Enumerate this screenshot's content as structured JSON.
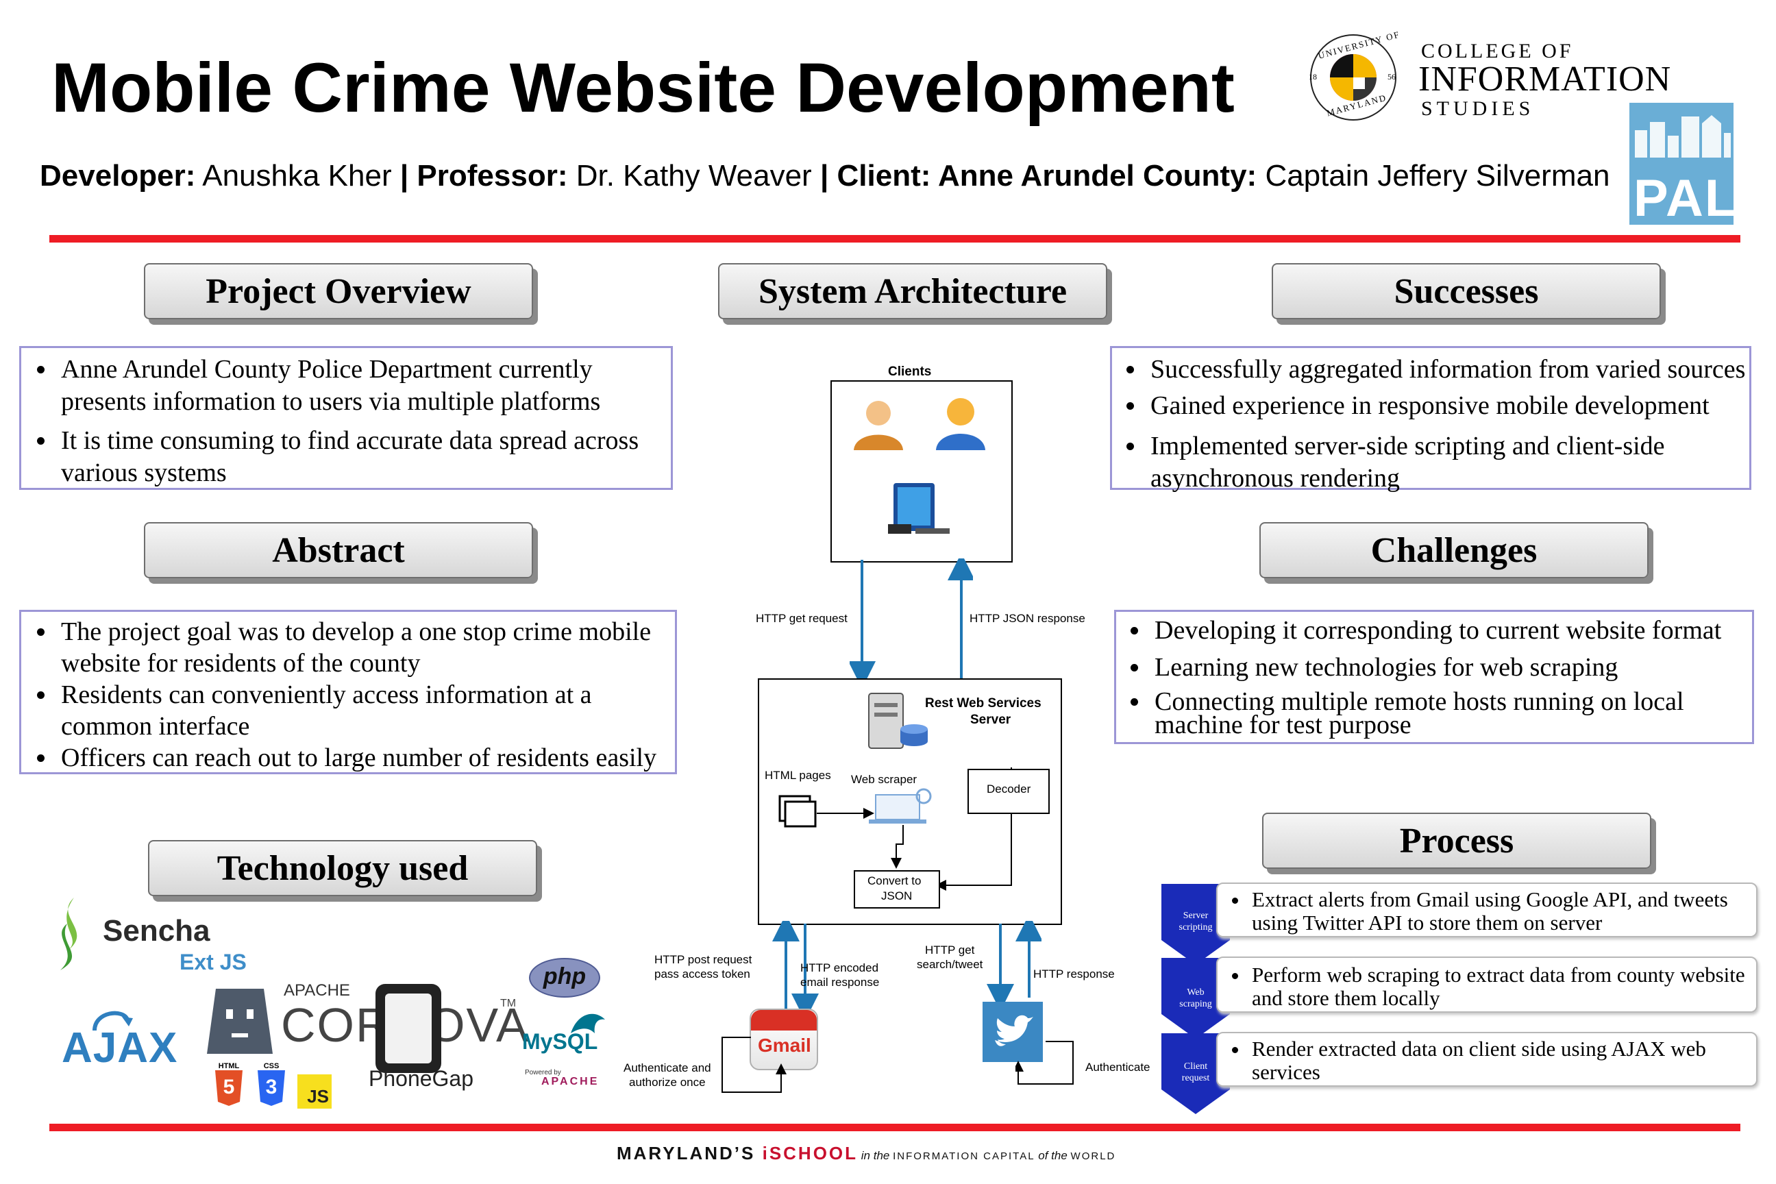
{
  "header": {
    "title": "Mobile Crime Website Development",
    "credits": {
      "developer_label": "Developer:",
      "developer": "Anushka Kher",
      "professor_label": "Professor:",
      "professor": "Dr. Kathy Weaver",
      "client_label": "Client: Anne Arundel County:",
      "client": "Captain Jeffery Silverman",
      "separator": "|"
    },
    "logos": {
      "seal_text_top": "UNIVERSITY OF",
      "seal_text_bottom": "MARYLAND",
      "seal_year_left": "18",
      "seal_year_right": "56",
      "college_line1": "COLLEGE OF",
      "college_line2": "INFORMATION",
      "college_line3": "STUDIES",
      "pals": "PALS"
    }
  },
  "sections": {
    "overview": {
      "heading": "Project Overview",
      "items": [
        "Anne Arundel County Police Department currently presents information to users via multiple platforms",
        "It is time consuming to find accurate data spread across various systems"
      ]
    },
    "abstract": {
      "heading": "Abstract",
      "items": [
        "The project goal was to develop a one stop crime mobile website for residents of the county",
        "Residents can conveniently access information at a common interface",
        "Officers can reach out to large number of residents easily"
      ]
    },
    "technology": {
      "heading": "Technology used",
      "logos": {
        "sencha": "Sencha",
        "extjs": "Ext JS",
        "ajax": "AJAX",
        "apache": "APACHE",
        "cordova": "CORDOVA",
        "tm": "TM",
        "phonegap": "PhoneGap",
        "php": "php",
        "mysql": "MySQL",
        "powered": "Powered by",
        "apache2": "APACHE",
        "html": "HTML",
        "css": "CSS",
        "js": "JS",
        "html_num": "5",
        "css_num": "3"
      }
    },
    "architecture": {
      "heading": "System Architecture",
      "clients": "Clients",
      "server_line1": "Rest Web Services",
      "server_line2": "Server",
      "html_pages": "HTML pages",
      "web_scraper": "Web scraper",
      "decoder": "Decoder",
      "convert_line1": "Convert to",
      "convert_line2": "JSON",
      "http_get_request": "HTTP get request",
      "http_json_response": "HTTP JSON response",
      "http_post_line1": "HTTP post request",
      "http_post_line2": "pass access token",
      "http_encoded_line1": "HTTP encoded",
      "http_encoded_line2": "email response",
      "http_get_tweet_line1": "HTTP get",
      "http_get_tweet_line2": "search/tweet",
      "http_response": "HTTP response",
      "auth_gmail_line1": "Authenticate and",
      "auth_gmail_line2": "authorize once",
      "auth_twitter": "Authenticate",
      "gmail": "Gmail"
    },
    "successes": {
      "heading": "Successes",
      "items": [
        "Successfully aggregated information from varied sources",
        "Gained experience in responsive mobile development",
        "Implemented server-side scripting and client-side asynchronous rendering"
      ]
    },
    "challenges": {
      "heading": "Challenges",
      "items": [
        "Developing it corresponding to current website format",
        "Learning new technologies for web scraping",
        "Connecting multiple remote hosts running on local machine for test purpose"
      ]
    },
    "process": {
      "heading": "Process",
      "steps": [
        {
          "label_line1": "Server",
          "label_line2": "scripting",
          "text": "Extract alerts from Gmail using Google API, and tweets using Twitter API to store them on server"
        },
        {
          "label_line1": "Web",
          "label_line2": "scraping",
          "text": "Perform web scraping to extract data from county website and store them locally"
        },
        {
          "label_line1": "Client",
          "label_line2": "request",
          "text": "Render extracted data on client side using AJAX web services"
        }
      ]
    }
  },
  "footer": {
    "brand1": "MARYLAND’S ",
    "brand2": "iSCHOOL",
    "tag1": " in the ",
    "tag2": "INFORMATION CAPITAL",
    "tag3": " of the ",
    "tag4": "WORLD"
  },
  "colors": {
    "red_rule": "#ee1c25",
    "box_border": "#9c96d6",
    "arrow_blue": "#1f77b4",
    "chevron_blue": "#1a2bb8",
    "maryland_red": "#c8102e",
    "maryland_gold": "#f5b700",
    "pals_blue": "#6aaed6"
  }
}
